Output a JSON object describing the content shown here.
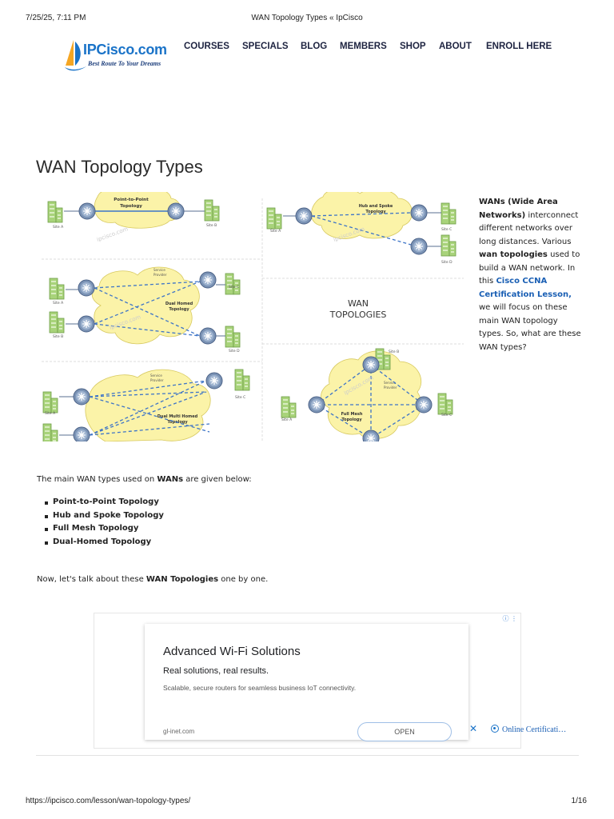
{
  "print_header": {
    "datetime": "7/25/25, 7:11 PM",
    "page_title": "WAN Topology Types « IpCisco"
  },
  "logo": {
    "brand": "IPCisco.com",
    "tagline": "Best Route To Your Dreams"
  },
  "nav": [
    "COURSES",
    "SPECIALS",
    "BLOG",
    "MEMBERS",
    "SHOP",
    "ABOUT",
    "ENROLL HERE"
  ],
  "article": {
    "title": "WAN Topology Types",
    "side": {
      "p1_bold": "WANs (Wide Area Networks)",
      "p1_rest": " interconnect different networks over long distances. Various ",
      "p2_bold": "wan topologies",
      "p2_rest": " used to build a WAN network. In this ",
      "link": "Cisco CCNA Certification Lesson,",
      "p3": " we will focus on these main WAN topology types. So, what are these WAN types?"
    },
    "intro_pre": "The main WAN types used on ",
    "intro_bold": "WANs",
    "intro_post": " are given below:",
    "list": [
      "Point-to-Point Topology",
      "Hub and Spoke Topology",
      "Full Mesh Topology",
      "Dual-Homed Topology"
    ],
    "now_pre": "Now, let's talk about these ",
    "now_bold": "WAN Topologies",
    "now_post": " one by one."
  },
  "diagram": {
    "center_label_1": "WAN",
    "center_label_2": "TOPOLOGIES",
    "watermark": "ipcisco.com",
    "p2p": {
      "cloud": "Point-to-Point\nTopology",
      "site_a": "Site A",
      "site_b": "Site B"
    },
    "hub": {
      "cloud": "Hub and Spoke\nTopology",
      "site_a": "Site A",
      "site_c": "Site C",
      "site_d": "Site D"
    },
    "dual": {
      "provider": "Service\nProvider",
      "cloud": "Dual Homed\nTopology",
      "site_a": "Site A",
      "site_b": "Site B",
      "site_c": "Site C",
      "site_d": "Site D"
    },
    "multi": {
      "provider": "Service\nProvider",
      "cloud": "Dual Multi Homed\nTopology",
      "site_a": "Site A",
      "site_c": "Site C"
    },
    "mesh": {
      "provider": "Service\nProvider",
      "cloud": "Full Mesh\nTopology",
      "site_a": "Site A",
      "site_b": "Site B",
      "site_c": "Site C"
    }
  },
  "ad": {
    "title": "Advanced Wi-Fi Solutions",
    "subtitle": "Real solutions, real results.",
    "description": "Scalable, secure routers for seamless business IoT connectivity.",
    "domain": "gl-inet.com",
    "cta": "OPEN",
    "side_link": "Online Certificati…",
    "badge": "ⓘ ⋮"
  },
  "print_footer": {
    "url": "https://ipcisco.com/lesson/wan-topology-types/",
    "pages": "1/16"
  },
  "colors": {
    "brand": "#1a73c8",
    "link": "#1a5fb4",
    "cloud": "#fbf3a8",
    "nav": "#1d2340"
  }
}
